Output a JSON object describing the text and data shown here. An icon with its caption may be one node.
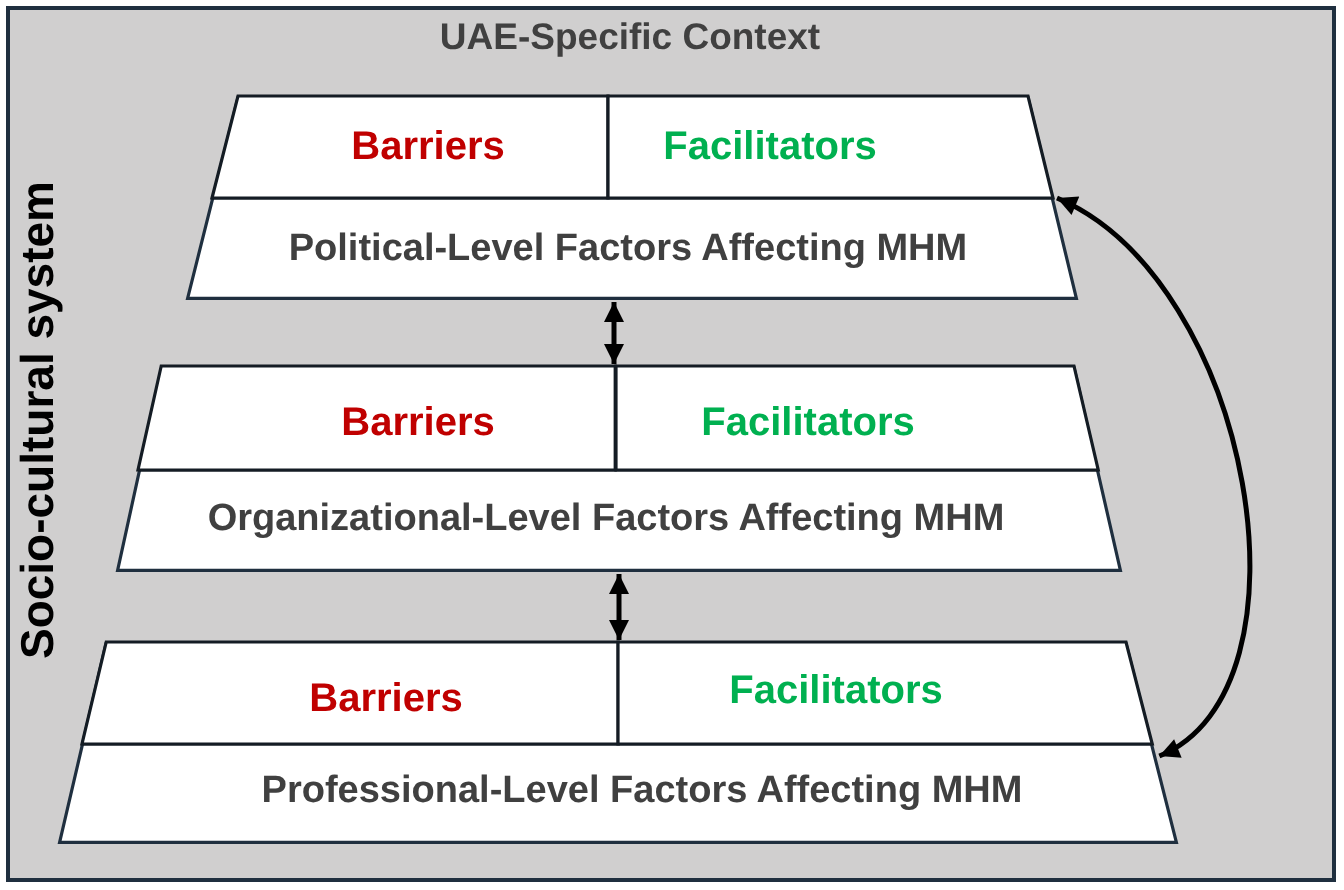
{
  "diagram": {
    "nodes": [
      {
        "text": [
          "UAE-Specific Context",
          "Socio-cultural system"
        ]
      },
      {
        "text": [
          "Political-Level Factors Affecting MHM"
        ],
        "in": 0
      },
      {
        "text": [
          "Barriers"
        ],
        "in": 1
      },
      {
        "text": [
          "Facilitators"
        ],
        "in": 1
      },
      {
        "text": [
          "Organizational-Level Factors Affecting MHM"
        ],
        "in": 0
      },
      {
        "text": [
          "Barriers"
        ],
        "in": 4
      },
      {
        "text": [
          "Facilitators"
        ],
        "in": 4
      },
      {
        "text": [
          "Professional-Level Factors Affecting MHM"
        ],
        "in": 0
      },
      {
        "text": [
          "Barriers"
        ],
        "in": 7
      },
      {
        "text": [
          "Facilitators"
        ],
        "in": 7
      }
    ],
    "edges": [
      {
        "from": 1,
        "to": 4,
        "arrow": "both"
      },
      {
        "from": 4,
        "to": 7,
        "arrow": "both"
      },
      {
        "from": 1,
        "to": 7,
        "arrow": "both"
      }
    ]
  }
}
